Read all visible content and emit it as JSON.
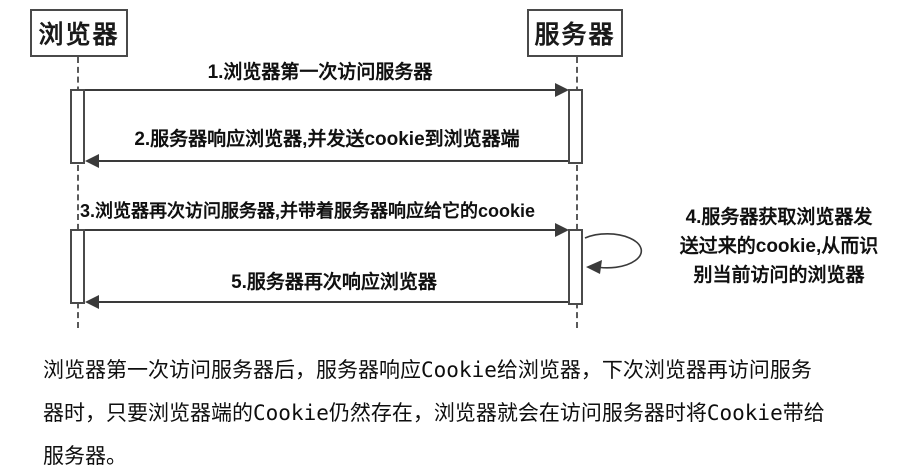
{
  "diagram": {
    "actors": [
      {
        "id": "browser",
        "label": "浏览器"
      },
      {
        "id": "server",
        "label": "服务器"
      }
    ],
    "messages": [
      {
        "num": 1,
        "label": "1.浏览器第一次访问服务器",
        "from": "browser",
        "to": "server",
        "direction": "right"
      },
      {
        "num": 2,
        "label": "2.服务器响应浏览器,并发送cookie到浏览器端",
        "from": "server",
        "to": "browser",
        "direction": "left"
      },
      {
        "num": 3,
        "label": "3.浏览器再次访问服务器,并带着服务器响应给它的cookie",
        "from": "browser",
        "to": "server",
        "direction": "right"
      },
      {
        "num": 5,
        "label": "5.服务器再次响应浏览器",
        "from": "server",
        "to": "browser",
        "direction": "left"
      }
    ],
    "self_loop_note": {
      "num": 4,
      "lines": [
        "4.服务器获取浏览器发",
        "送过来的cookie,从而识",
        "别当前访问的浏览器"
      ]
    }
  },
  "caption": {
    "lines": [
      "浏览器第一次访问服务器后，服务器响应Cookie给浏览器，下次浏览器再访问服务",
      "器时，只要浏览器端的Cookie仍然存在，浏览器就会在访问服务器时将Cookie带给",
      "服务器。"
    ]
  },
  "colors": {
    "line": "#3a3a3a",
    "border": "#4a4a4a",
    "text": "#141414",
    "background": "#ffffff"
  }
}
